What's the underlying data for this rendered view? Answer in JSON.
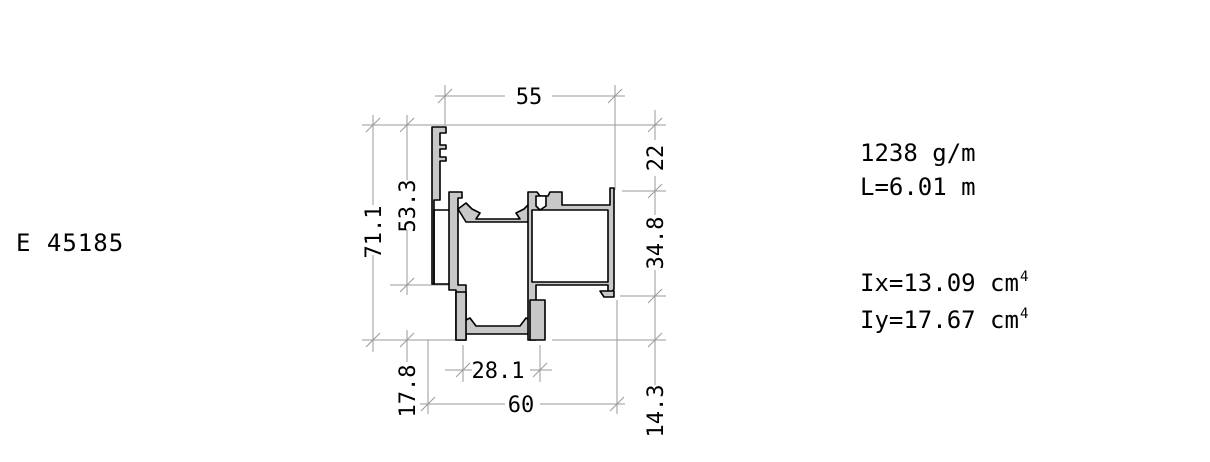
{
  "profile": {
    "code": "E 45185"
  },
  "properties": {
    "weight": "1238 g/m",
    "length": "L=6.01 m",
    "ix_label": "Ix=13.09 cm",
    "ix_exp": "4",
    "iy_label": "Iy=17.67 cm",
    "iy_exp": "4"
  },
  "dimensions": {
    "top_width": "55",
    "bottom_width": "60",
    "inner_width": "28.1",
    "left_total": "71.1",
    "left_upper": "53.3",
    "left_lower": "17.8",
    "right_top": "22",
    "right_middle": "34.8",
    "right_bottom": "14.3"
  },
  "colors": {
    "profile_fill": "#c8c8c8",
    "profile_stroke": "#000000",
    "dimension_line": "#9a9a9a"
  }
}
